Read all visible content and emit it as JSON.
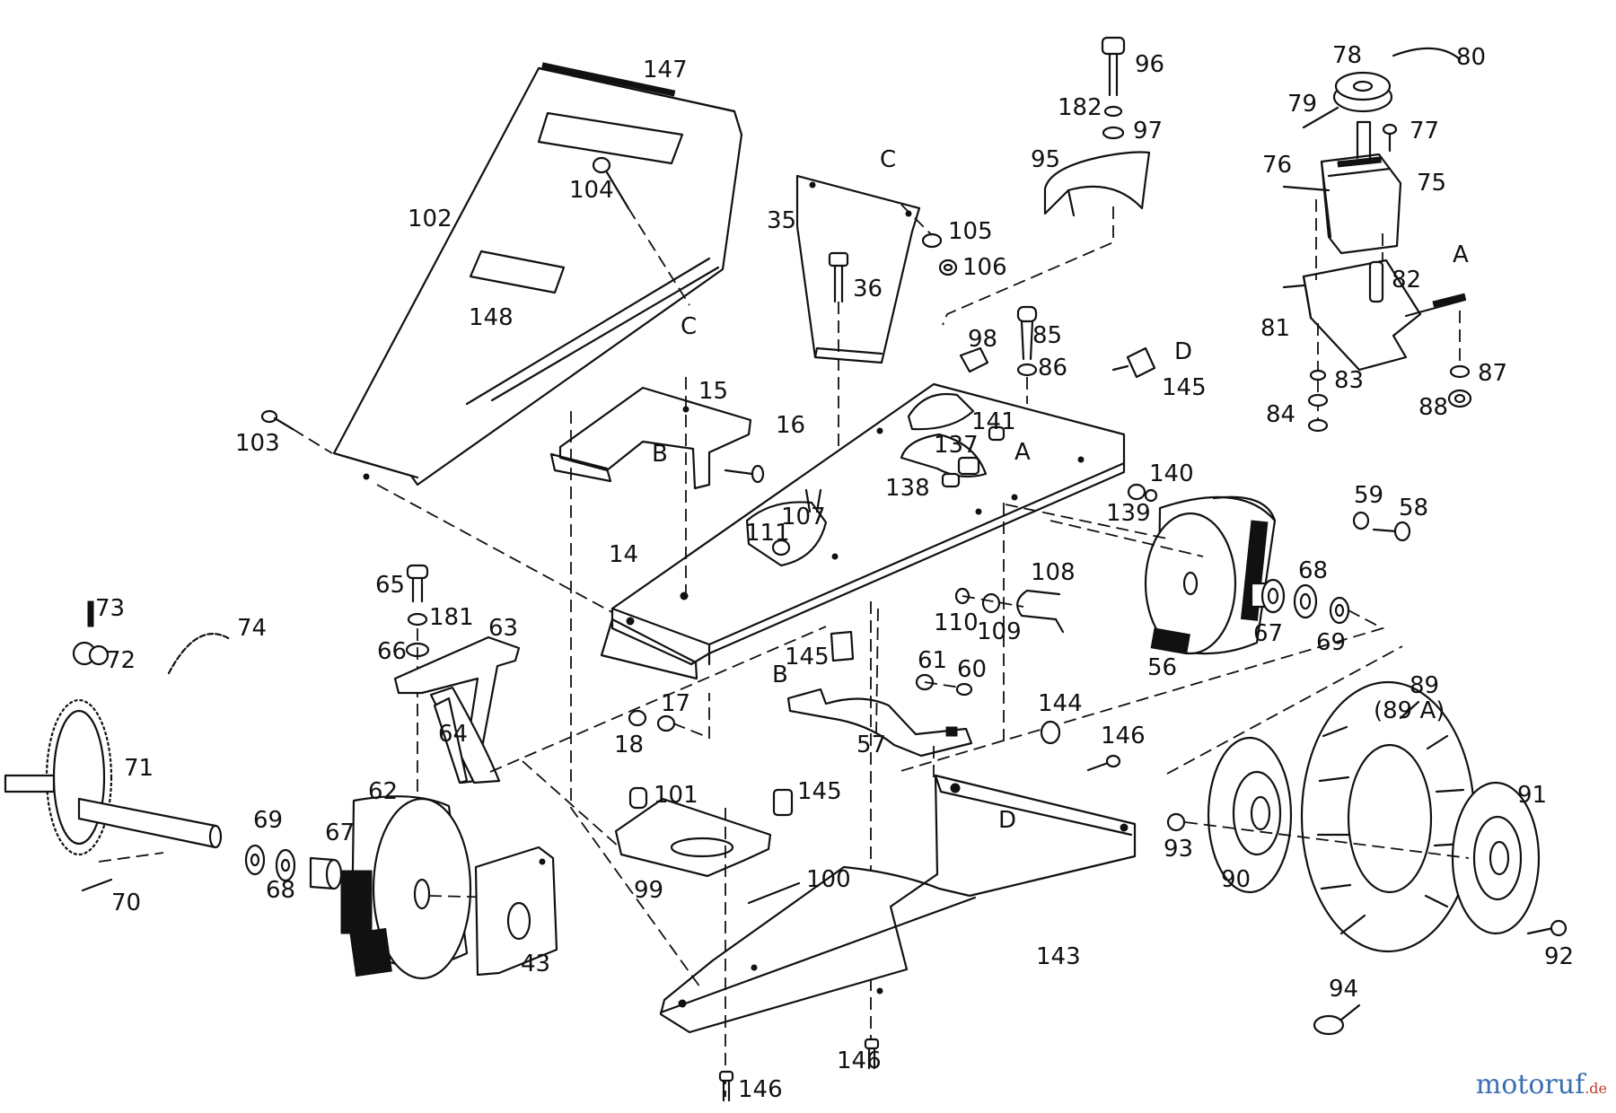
{
  "labels": {
    "l147": "147",
    "l102": "102",
    "l104": "104",
    "lC1": "C",
    "l148": "148",
    "l103": "103",
    "lC2": "C",
    "l35": "35",
    "l105": "105",
    "l106": "106",
    "l36": "36",
    "l96": "96",
    "l182": "182",
    "l97": "97",
    "l95": "95",
    "l78": "78",
    "l80": "80",
    "l79": "79",
    "l77": "77",
    "l76": "76",
    "l75": "75",
    "l82": "82",
    "lA1": "A",
    "l81": "81",
    "l83": "83",
    "l87": "87",
    "l84": "84",
    "l88": "88",
    "l98": "98",
    "l85": "85",
    "l86": "86",
    "lD1": "D",
    "l145a": "145",
    "l141": "141",
    "l137": "137",
    "l138": "138",
    "lA2": "A",
    "l140": "140",
    "l139": "139",
    "l15": "15",
    "l16": "16",
    "lB1": "B",
    "l107": "107",
    "l111": "111",
    "l14": "14",
    "l59": "59",
    "l58": "58",
    "l68a": "68",
    "l67a": "67",
    "l69a": "69",
    "l56": "56",
    "l108": "108",
    "l110": "110",
    "l109": "109",
    "lB2": "B",
    "l145b": "145",
    "l61": "61",
    "l60": "60",
    "l57": "57",
    "l144": "144",
    "l146a": "146",
    "l73": "73",
    "l72": "72",
    "l74": "74",
    "l65": "65",
    "l181": "181",
    "l66": "66",
    "l63": "63",
    "l17": "17",
    "l18": "18",
    "l64": "64",
    "l71": "71",
    "l62": "62",
    "l69b": "69",
    "l67b": "67",
    "l68b": "68",
    "l70": "70",
    "l43": "43",
    "l101": "101",
    "l145c": "145",
    "l99": "99",
    "l100": "100",
    "lD2": "D",
    "l143": "143",
    "l89": "89",
    "l89a": "(89 A)",
    "l91": "91",
    "l93": "93",
    "l90": "90",
    "l92": "92",
    "l94": "94",
    "l146b": "146",
    "l146c": "146"
  },
  "watermark": {
    "brand": "motoruf",
    "tld": ".de"
  }
}
